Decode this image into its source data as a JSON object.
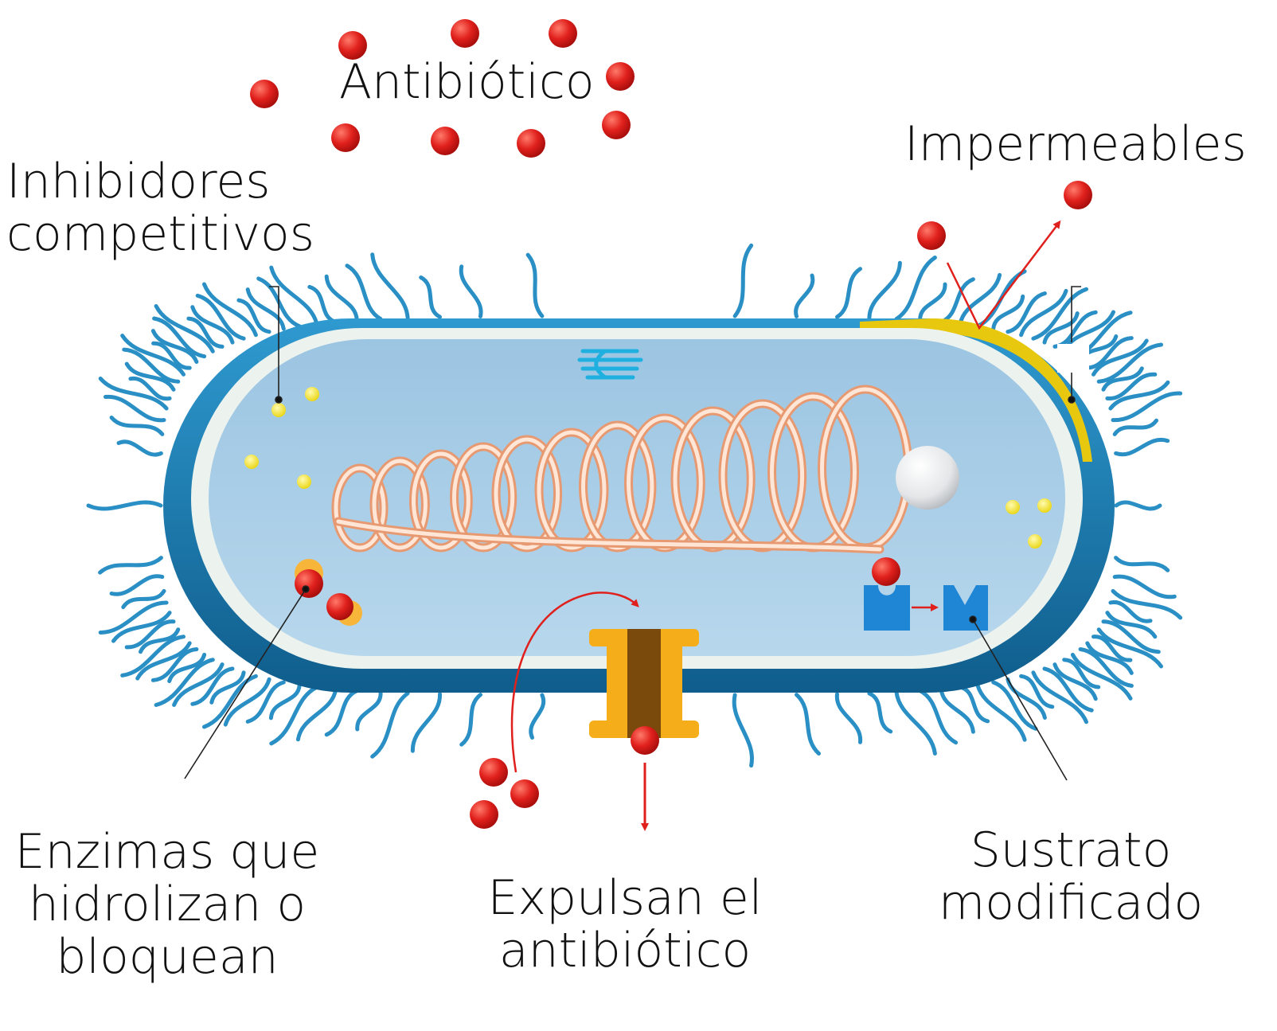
{
  "labels": {
    "antibiotic": "Antibiótico",
    "impermeable": "Impermeables",
    "competitive": [
      "Inhibidores",
      "competitivos"
    ],
    "enzymes": [
      "Enzimas que",
      "hidrolizan o",
      "bloquean"
    ],
    "efflux": [
      "Expulsan el",
      "antibiótico"
    ],
    "substrate": [
      "Sustrato",
      "modificado"
    ]
  },
  "colors": {
    "antibiotic_molecule": "#e0201c",
    "outer_wall": "#1e7fb0",
    "cytoplasm": "#a9cde6",
    "inner_membrane": "#ecf3ee",
    "pili": "#2a8fc4",
    "inhibitor": "#f2e21a",
    "impermeable_layer": "#e8c80e",
    "pump": "#f5ad1a",
    "dna": "#f3b08c",
    "modified_target": "#1f86d6",
    "arrow": "#e0201c",
    "text": "#111111"
  }
}
